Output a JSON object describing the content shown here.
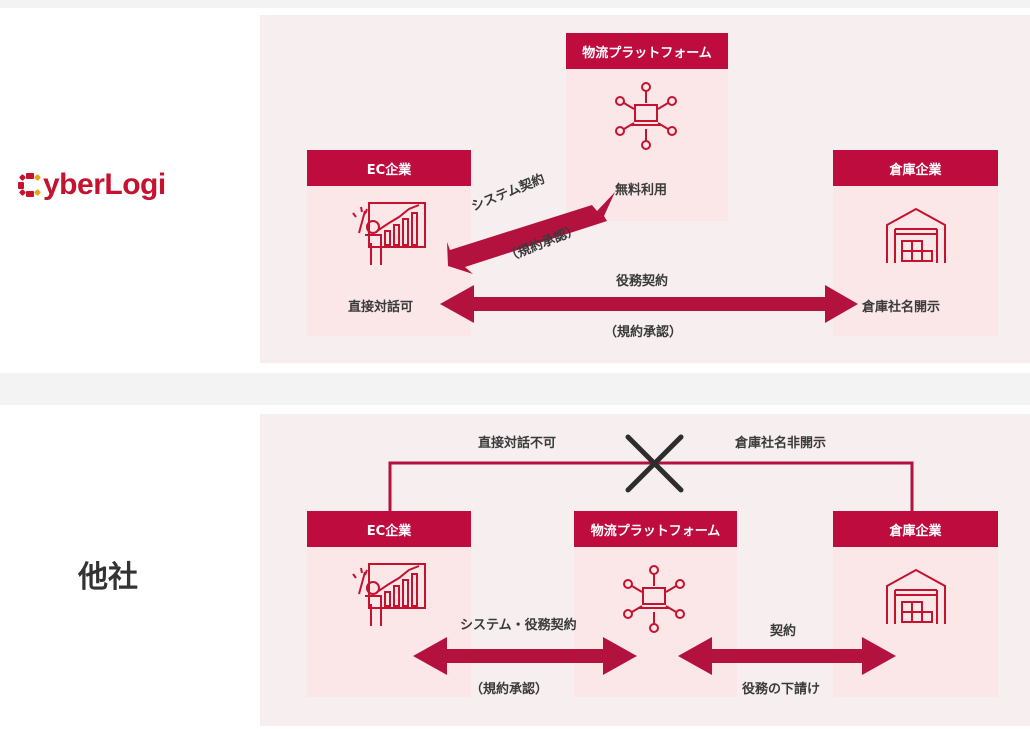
{
  "cyberlogi": {
    "logo_text": "yberLogi",
    "logo_initial": "C",
    "platform": {
      "title": "物流プラットフォーム",
      "note": "無料利用",
      "icon": "network-laptop-icon"
    },
    "ec": {
      "title": "EC企業",
      "note": "直接対話可",
      "icon": "presenter-chart-icon"
    },
    "warehouse": {
      "title": "倉庫企業",
      "note": "倉庫社名開示",
      "icon": "warehouse-icon"
    },
    "system_contract": {
      "label": "システム契約",
      "sub": "（規約承認）"
    },
    "service_contract": {
      "label": "役務契約",
      "sub": "（規約承認）"
    }
  },
  "others": {
    "label": "他社",
    "direct_talk": "直接対話不可",
    "name_hidden": "倉庫社名非開示",
    "ec": {
      "title": "EC企業",
      "icon": "presenter-chart-icon"
    },
    "platform": {
      "title": "物流プラットフォーム",
      "icon": "network-laptop-icon"
    },
    "warehouse": {
      "title": "倉庫企業",
      "icon": "warehouse-icon"
    },
    "system_service_contract": {
      "label": "システム・役務契約",
      "sub": "（規約承認）"
    },
    "contract": {
      "label": "契約",
      "sub": "役務の下請け"
    },
    "cross_icon": "cross-icon"
  },
  "colors": {
    "accent": "#bf0c3e",
    "box": "#fbe6e8",
    "panel": "#f7eeef",
    "band": "#f3f3f3"
  }
}
